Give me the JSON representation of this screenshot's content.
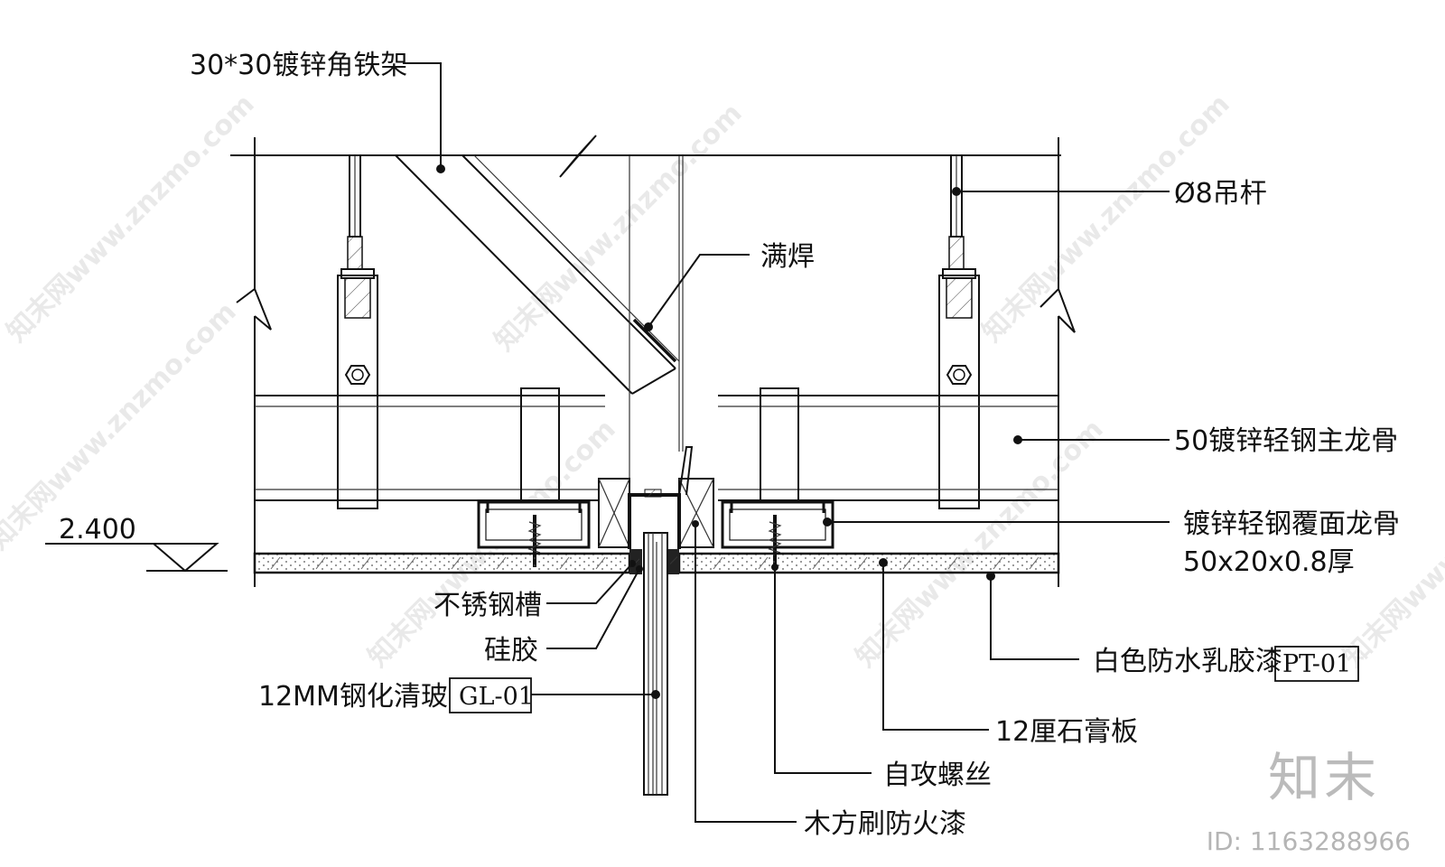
{
  "labels": {
    "angle_frame": "30*30镀锌角铁架",
    "full_weld": "满焊",
    "hanger_rod": "Ø8吊杆",
    "main_keel": "50镀锌轻钢主龙骨",
    "cover_keel_1": "镀锌轻钢覆面龙骨",
    "cover_keel_2": "50x20x0.8厚",
    "elevation": "2.400",
    "steel_channel": "不锈钢槽",
    "silicone": "硅胶",
    "glass": "12MM钢化清玻",
    "glass_tag": "GL-01",
    "paint": "白色防水乳胶漆",
    "paint_tag": "PT-01",
    "gypsum": "12厘石膏板",
    "screw": "自攻螺丝",
    "wood": "木方刷防火漆"
  },
  "watermark": {
    "text": "知末网www.znzmo.com",
    "logo": "知末",
    "id": "ID: 1163288966"
  }
}
